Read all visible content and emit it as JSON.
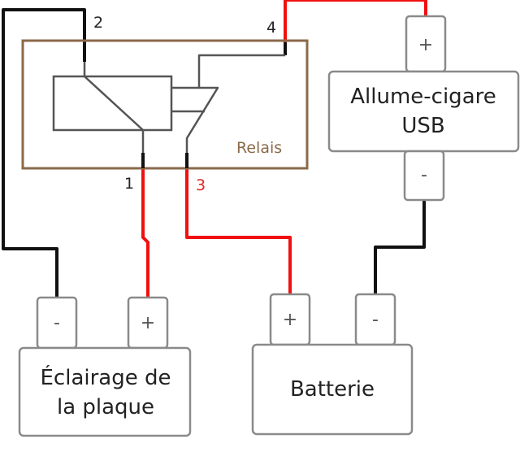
{
  "relay": {
    "label": "Relais",
    "pins": {
      "p1": "1",
      "p2": "2",
      "p3": "3",
      "p4": "4"
    }
  },
  "usb_socket": {
    "label_line1": "Allume-cigare",
    "label_line2": "USB",
    "plus": "+",
    "minus": "-"
  },
  "lighting": {
    "label_line1": "Éclairage de",
    "label_line2": "la plaque",
    "minus": "-",
    "plus": "+"
  },
  "battery": {
    "label": "Batterie",
    "plus": "+",
    "minus": "-"
  },
  "colors": {
    "positive_wire": "#f01010",
    "negative_wire": "#111111",
    "relay_border": "#8a6a4a",
    "component_border": "#8a8a8a"
  }
}
